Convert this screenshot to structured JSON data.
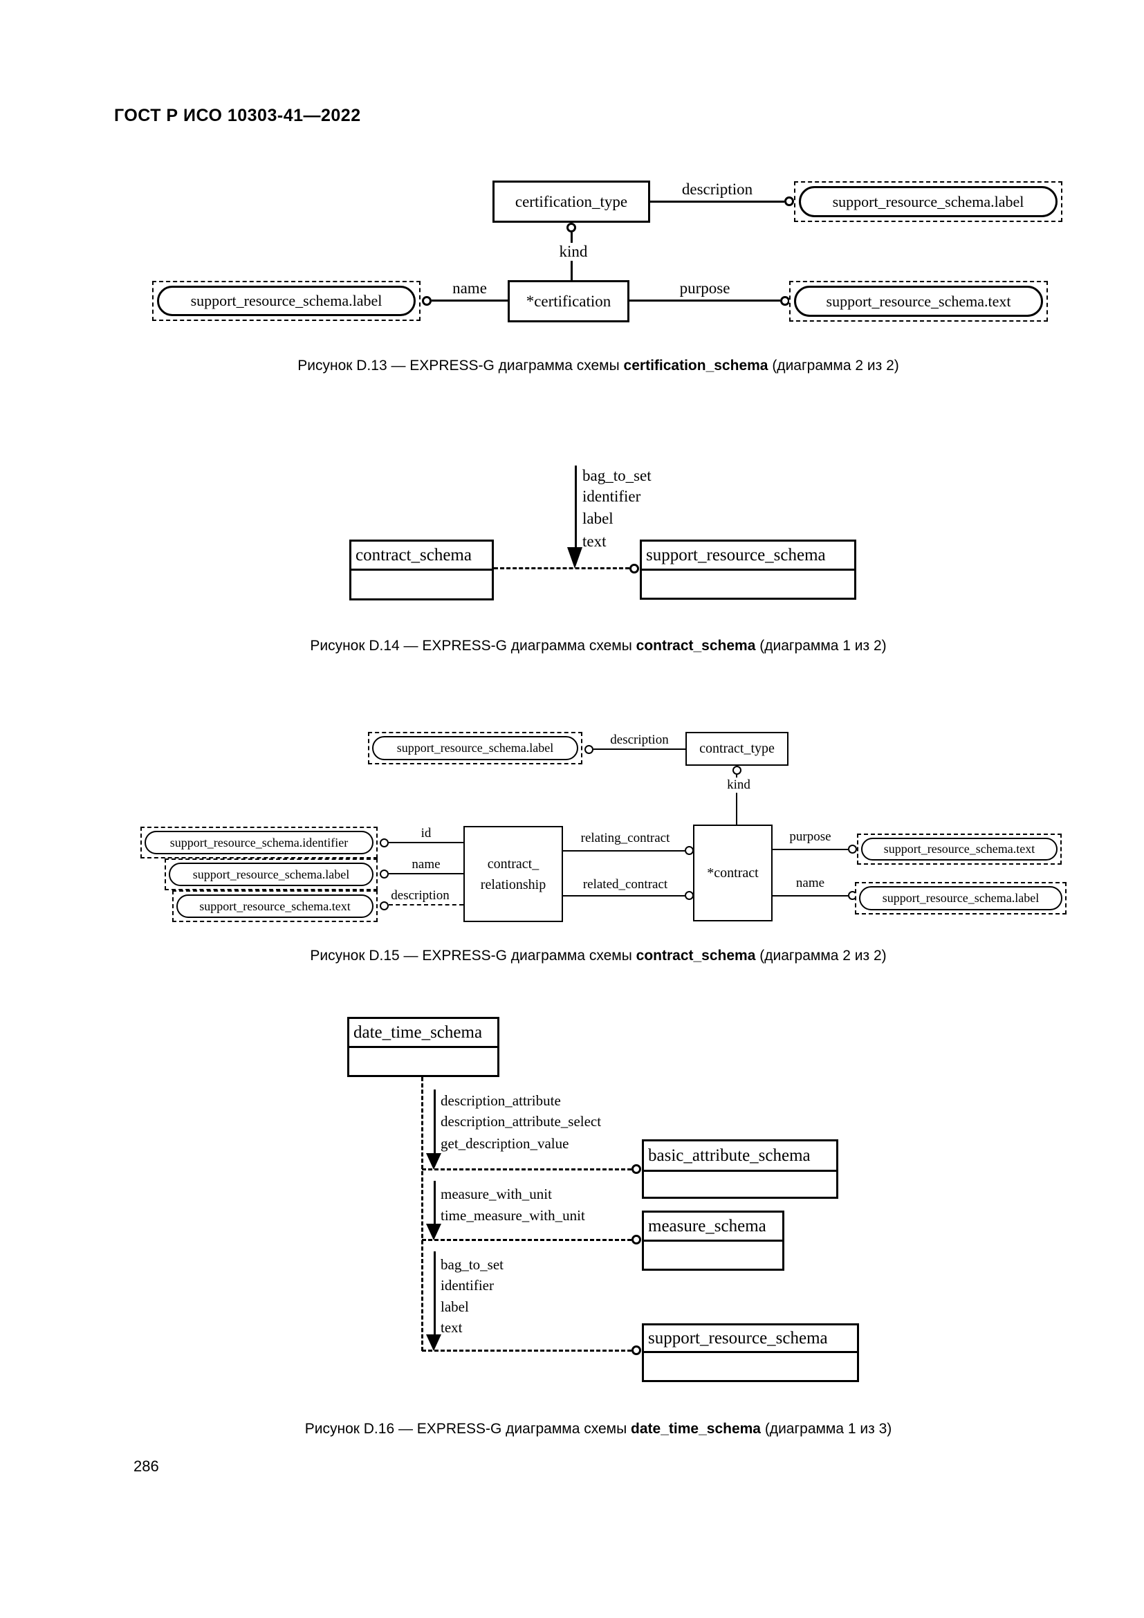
{
  "page": {
    "header": "ГОСТ Р ИСО 10303-41—2022",
    "page_number": "286",
    "ink_color": "#000000",
    "paper_color": "#ffffff"
  },
  "figures": {
    "d13": {
      "caption": {
        "prefix": "Рисунок D.13 — EXPRESS-G диаграмма схемы ",
        "schema": "certification_schema",
        "suffix": " (диаграмма 2 из 2)"
      },
      "nodes": {
        "certification_type": "certification_type",
        "certification": "*certification",
        "ref_label_top": "support_resource_schema.label",
        "ref_label_left": "support_resource_schema.label",
        "ref_text_right": "support_resource_schema.text"
      },
      "edges": {
        "description": "description",
        "kind": "kind",
        "name": "name",
        "purpose": "purpose"
      }
    },
    "d14": {
      "caption": {
        "prefix": "Рисунок D.14 — EXPRESS-G диаграмма схемы ",
        "schema": "contract_schema",
        "suffix": " (диаграмма 1 из 2)"
      },
      "nodes": {
        "contract_schema": "contract_schema",
        "support_resource_schema": "support_resource_schema"
      },
      "interface_labels": [
        "bag_to_set",
        "identifier",
        "label",
        "text"
      ]
    },
    "d15": {
      "caption": {
        "prefix": "Рисунок D.15 — EXPRESS-G диаграмма схемы ",
        "schema": "contract_schema",
        "suffix": " (диаграмма 2 из 2)"
      },
      "nodes": {
        "ref_label_top": "support_resource_schema.label",
        "contract_type": "contract_type",
        "ref_identifier_left": "support_resource_schema.identifier",
        "ref_label_left": "support_resource_schema.label",
        "ref_text_left": "support_resource_schema.text",
        "contract_relationship_line1": "contract_",
        "contract_relationship_line2": "relationship",
        "contract": "*contract",
        "ref_text_right": "support_resource_schema.text",
        "ref_label_right": "support_resource_schema.label"
      },
      "edges": {
        "description_top": "description",
        "kind": "kind",
        "id": "id",
        "name_left": "name",
        "description_left": "description",
        "relating_contract": "relating_contract",
        "related_contract": "related_contract",
        "purpose": "purpose",
        "name_right": "name"
      }
    },
    "d16": {
      "caption": {
        "prefix": "Рисунок D.16 — EXPRESS-G диаграмма схемы ",
        "schema": "date_time_schema",
        "suffix": " (диаграмма 1 из 3)"
      },
      "nodes": {
        "date_time_schema": "date_time_schema",
        "basic_attribute_schema": "basic_attribute_schema",
        "measure_schema": "measure_schema",
        "support_resource_schema": "support_resource_schema"
      },
      "group1_labels": [
        "description_attribute",
        "description_attribute_select",
        "get_description_value"
      ],
      "group2_labels": [
        "measure_with_unit",
        "time_measure_with_unit"
      ],
      "group3_labels": [
        "bag_to_set",
        "identifier",
        "label",
        "text"
      ]
    }
  }
}
